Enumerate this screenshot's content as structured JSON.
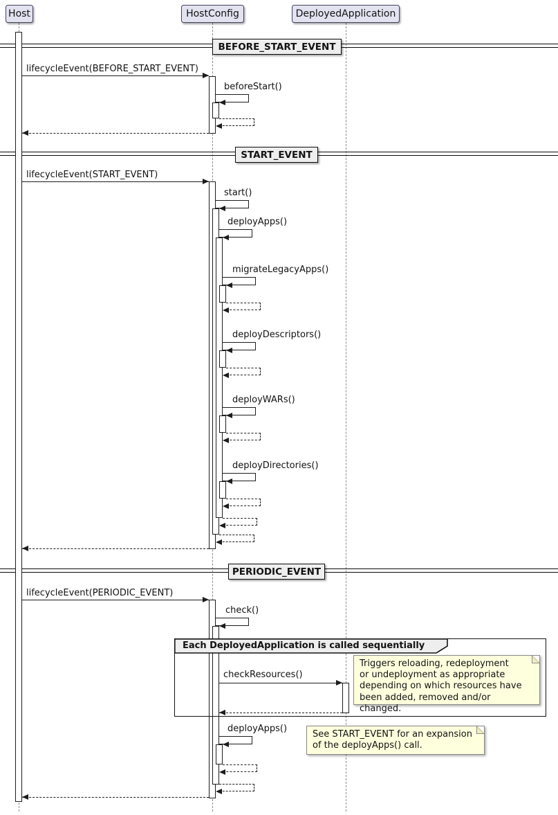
{
  "participants": [
    {
      "name": "Host"
    },
    {
      "name": "HostConfig"
    },
    {
      "name": "DeployedApplication"
    }
  ],
  "dividers": [
    {
      "label": "BEFORE_START_EVENT"
    },
    {
      "label": "START_EVENT"
    },
    {
      "label": "PERIODIC_EVENT"
    }
  ],
  "messages": {
    "lifecycle_before_start": "lifecycleEvent(BEFORE_START_EVENT)",
    "before_start": "beforeStart()",
    "lifecycle_start": "lifecycleEvent(START_EVENT)",
    "start": "start()",
    "deploy_apps": "deployApps()",
    "migrate_legacy_apps": "migrateLegacyApps()",
    "deploy_descriptors": "deployDescriptors()",
    "deploy_wars": "deployWARs()",
    "deploy_directories": "deployDirectories()",
    "lifecycle_periodic": "lifecycleEvent(PERIODIC_EVENT)",
    "check": "check()",
    "check_resources": "checkResources()",
    "deploy_apps_periodic": "deployApps()"
  },
  "group": {
    "title": "Each DeployedApplication is called sequentially"
  },
  "notes": {
    "check_resources": "Triggers reloading, redeployment\nor undeployment as appropriate\ndepending on which resources have\nbeen added, removed and/or changed.",
    "deploy_apps": "See START_EVENT for an expansion\nof the deployApps() call."
  },
  "colors": {
    "participant_fill": "#E2E2F0",
    "divider_fill": "#EEEEEE",
    "group_header_fill": "#EEEEEE",
    "note_fill": "#FEFFDD",
    "line": "#1C1C1C",
    "background": "#FFFFFF"
  }
}
